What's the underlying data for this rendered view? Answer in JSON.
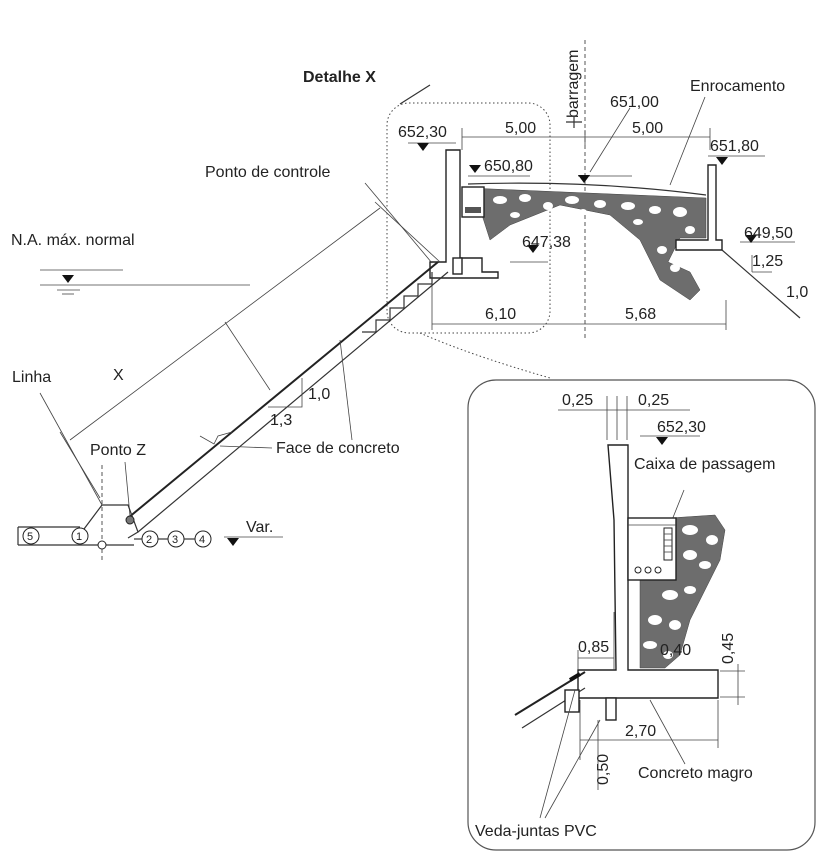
{
  "labels": {
    "detail_title": "Detalhe X",
    "centerline": "barragem",
    "enrocamento": "Enrocamento",
    "ponto_controle": "Ponto de controle",
    "na_max": "N.A. máx. normal",
    "linha": "Linha",
    "x": "X",
    "ponto_z": "Ponto Z",
    "face_concreto": "Face de concreto",
    "var": "Var.",
    "caixa_passagem": "Caixa de passagem",
    "concreto_magro": "Concreto magro",
    "veda_juntas": "Veda-juntas PVC"
  },
  "elevations": {
    "e652_30": "652,30",
    "e650_80": "650,80",
    "e651_00": "651,00",
    "e651_80": "651,80",
    "e647_38": "647,38",
    "e649_50": "649,50",
    "detail_e652_30": "652,30"
  },
  "dimensions": {
    "d5_00_a": "5,00",
    "d5_00_b": "5,00",
    "d6_10": "6,10",
    "d5_68": "5,68",
    "d1_25": "1,25",
    "d1_0_right": "1,0",
    "d1_0_slope": "1,0",
    "d1_3_slope": "1,3",
    "d0_25_a": "0,25",
    "d0_25_b": "0,25",
    "d0_85": "0,85",
    "d0_40": "0,40",
    "d0_45": "0,45",
    "d2_70": "2,70",
    "d0_50": "0,50"
  },
  "zones": [
    "5",
    "1",
    "2",
    "3",
    "4"
  ]
}
